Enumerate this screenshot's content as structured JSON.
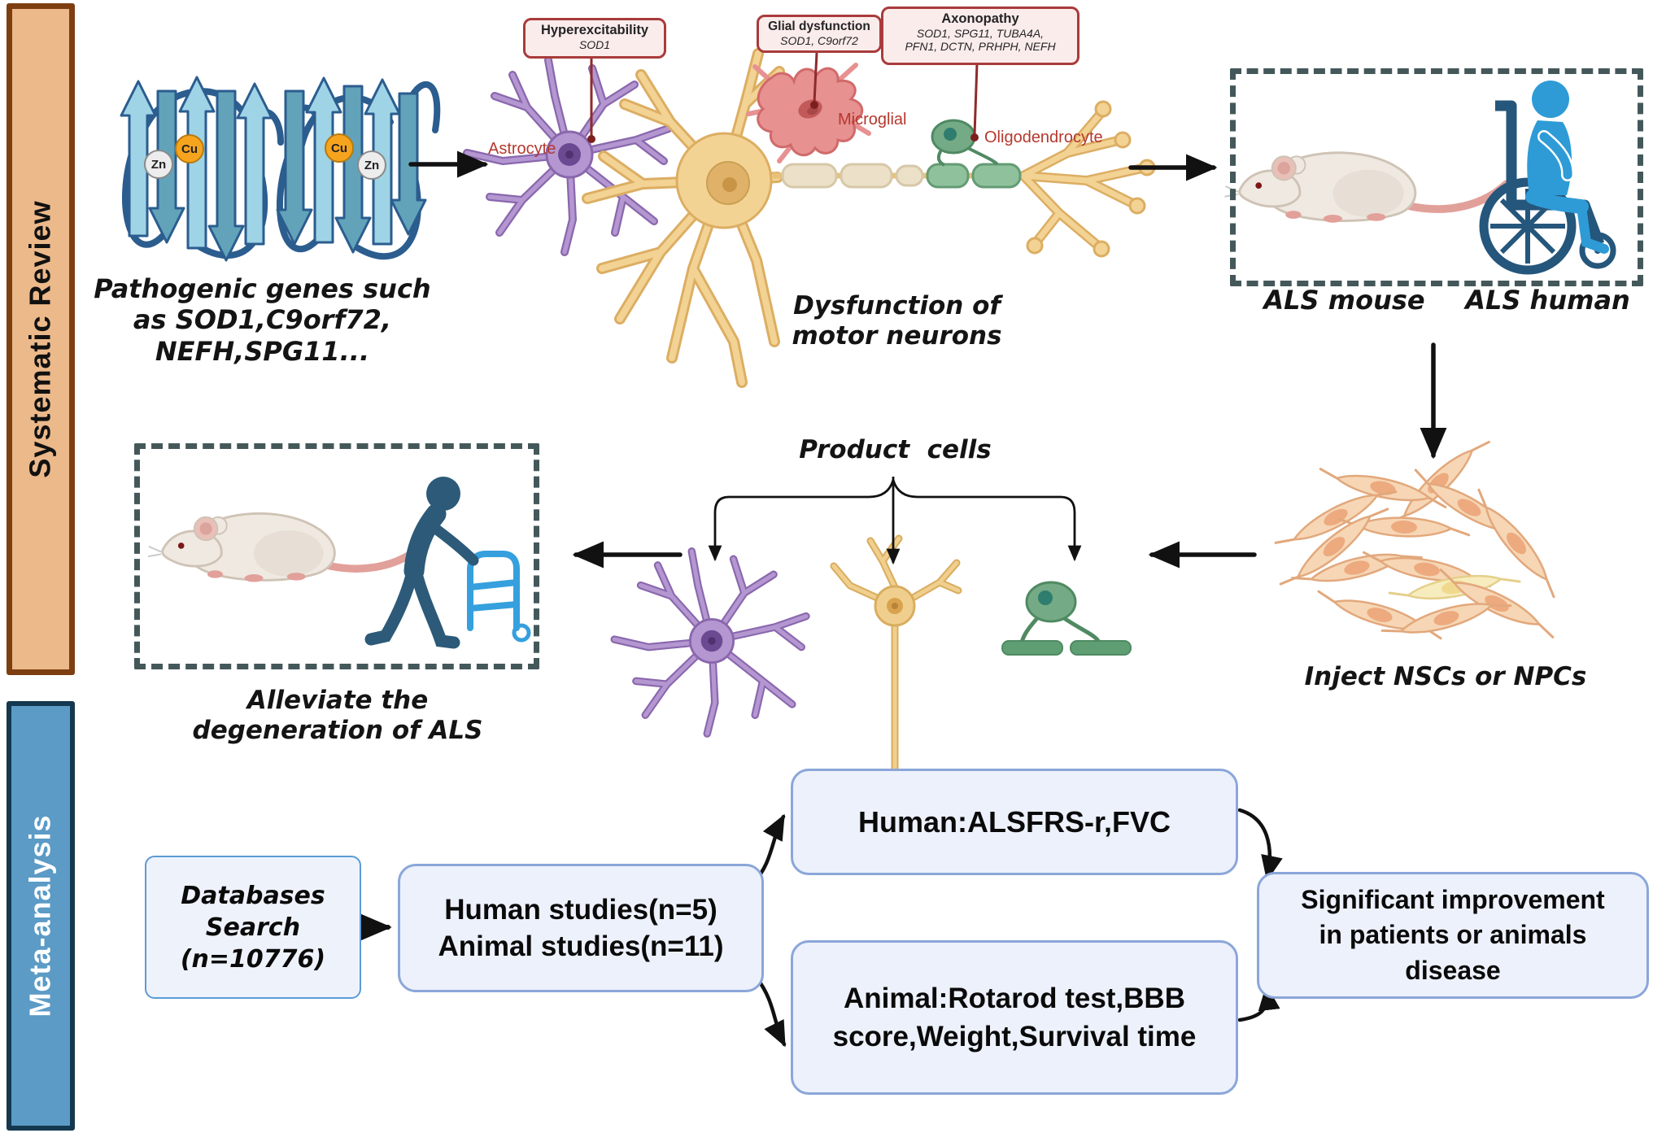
{
  "sidebars": {
    "systematic_review": "Systematic Review",
    "meta_analysis": "Meta-analysis"
  },
  "protein": {
    "cu": "Cu",
    "zn": "Zn",
    "caption": "Pathogenic genes such\nas SOD1,C9orf72,\nNEFH,SPG11..."
  },
  "gene_labels": {
    "hyperexcitability": {
      "title": "Hyperexcitability",
      "genes": "SOD1"
    },
    "glial": {
      "title": "Glial dysfunction",
      "genes": "SOD1, C9orf72"
    },
    "axonopathy": {
      "title": "Axonopathy",
      "genes": "SOD1, SPG11, TUBA4A,\nPFN1, DCTN, PRHPH, NEFH"
    }
  },
  "cells": {
    "astrocyte": "Astrocyte",
    "microglial": "Microglial",
    "oligodendrocyte": "Oligodendrocyte"
  },
  "captions": {
    "dysfunction": "Dysfunction of\nmotor neurons",
    "als_mouse": "ALS mouse",
    "als_human": "ALS human",
    "product_cells": "Product  cells",
    "inject": "Inject NSCs or NPCs",
    "alleviate": "Alleviate the\ndegeneration of ALS"
  },
  "meta": {
    "databases": "Databases\nSearch\n(n=10776)",
    "studies": "Human studies(n=5)\nAnimal studies(n=11)",
    "human_outcomes": "Human:ALSFRS-r,FVC",
    "animal_outcomes": "Animal:Rotarod test,BBB\nscore,Weight,Survival time",
    "result": "Significant improvement\nin patients or animals\ndisease"
  },
  "colors": {
    "sidebar_orange": "#ECB98A",
    "sidebar_orange_border": "#7D3F10",
    "sidebar_blue": "#5B9BC6",
    "sidebar_blue_border": "#14384F",
    "gene_label_border": "#A93B3B",
    "gene_label_bg": "#FBECEC",
    "cell_label_red": "#B5382E",
    "flow_box_bg": "#ECF1FB",
    "flow_box_border": "#8BA6D9",
    "dashed_box": "#44585A",
    "astrocyte_purple": "#B497D1",
    "neuron_yellow": "#F3D394",
    "microglia_pink": "#E79191",
    "oligodendrocyte_green": "#74AA85",
    "nsc_peach": "#F6D6B5"
  }
}
